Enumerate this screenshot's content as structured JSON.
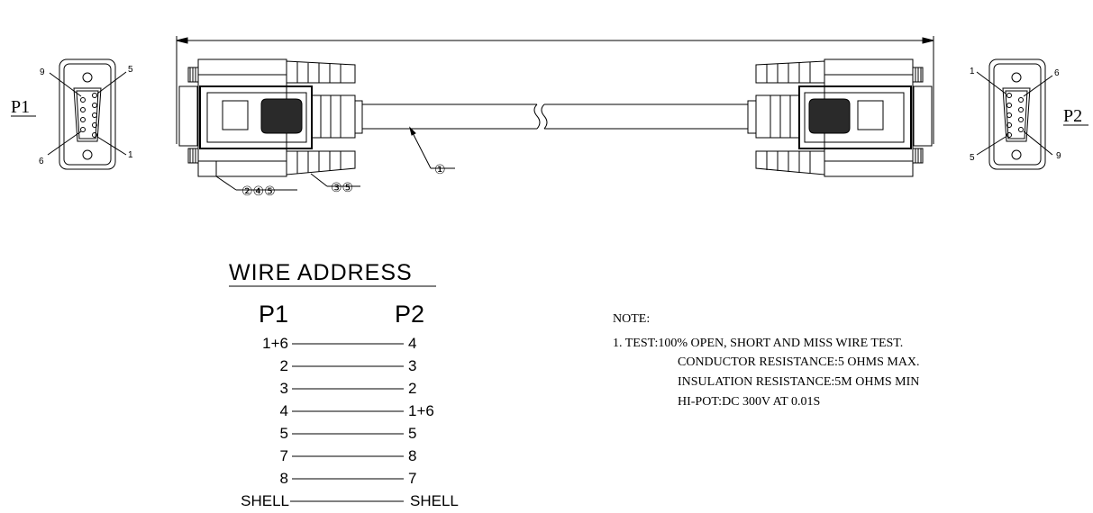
{
  "connectors": {
    "p1": {
      "label": "P1",
      "pins": [
        "9",
        "5",
        "6",
        "1"
      ]
    },
    "p2": {
      "label": "P2",
      "pins": [
        "1",
        "6",
        "5",
        "9"
      ]
    }
  },
  "callouts": {
    "cable": "①",
    "left_body": "②④⑤",
    "left_boot": "③⑤"
  },
  "wire_address": {
    "title": "WIRE ADDRESS",
    "col1": "P1",
    "col2": "P2",
    "rows": [
      {
        "p1": "1+6",
        "p2": "4"
      },
      {
        "p1": "2",
        "p2": "3"
      },
      {
        "p1": "3",
        "p2": "2"
      },
      {
        "p1": "4",
        "p2": "1+6"
      },
      {
        "p1": "5",
        "p2": "5"
      },
      {
        "p1": "7",
        "p2": "8"
      },
      {
        "p1": "8",
        "p2": "7"
      },
      {
        "p1": "SHELL",
        "p2": "SHELL"
      }
    ]
  },
  "note": {
    "heading": "NOTE:",
    "lines": [
      "1. TEST:100% OPEN, SHORT AND MISS WIRE TEST.",
      "CONDUCTOR RESISTANCE:5 OHMS MAX.",
      "INSULATION RESISTANCE:5M OHMS MIN",
      "HI-POT:DC 300V AT 0.01S"
    ]
  }
}
